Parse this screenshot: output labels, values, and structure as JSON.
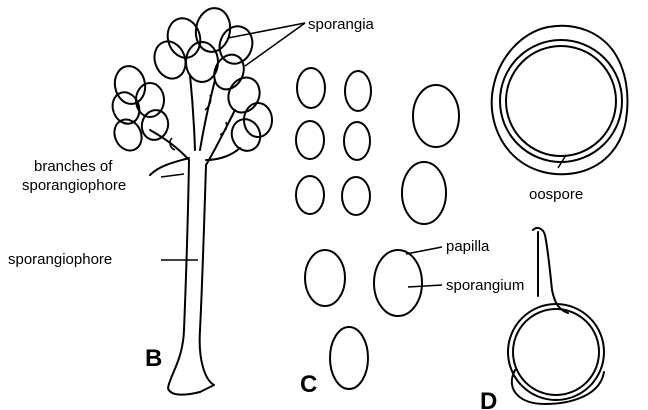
{
  "labels": {
    "sporangia": "sporangia",
    "branches_line1": "branches of",
    "branches_line2": "sporangiophore",
    "sporangiophore": "sporangiophore",
    "papilla": "papilla",
    "sporangium": "sporangium",
    "oospore": "oospore"
  },
  "panels": {
    "B": "B",
    "C": "C",
    "D": "D"
  }
}
